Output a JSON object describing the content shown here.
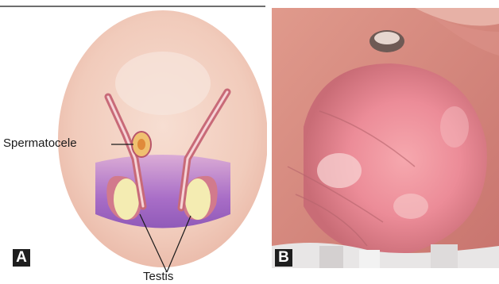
{
  "panel_a": {
    "letter": "A",
    "labels": {
      "spermatocele": "Spermatocele",
      "testis": "Testis"
    }
  },
  "panel_b": {
    "letter": "B"
  },
  "colors": {
    "skin_outer": "#f3d4c8",
    "skin_inner": "#f0c6b6",
    "purple_band": "#9a5fc8",
    "testis_fill": "#f4ecb2",
    "duct": "#c86a78",
    "cyst": "#f0b844",
    "photo_flesh": "#d88a86",
    "photo_mass": "#ee8f9a"
  }
}
